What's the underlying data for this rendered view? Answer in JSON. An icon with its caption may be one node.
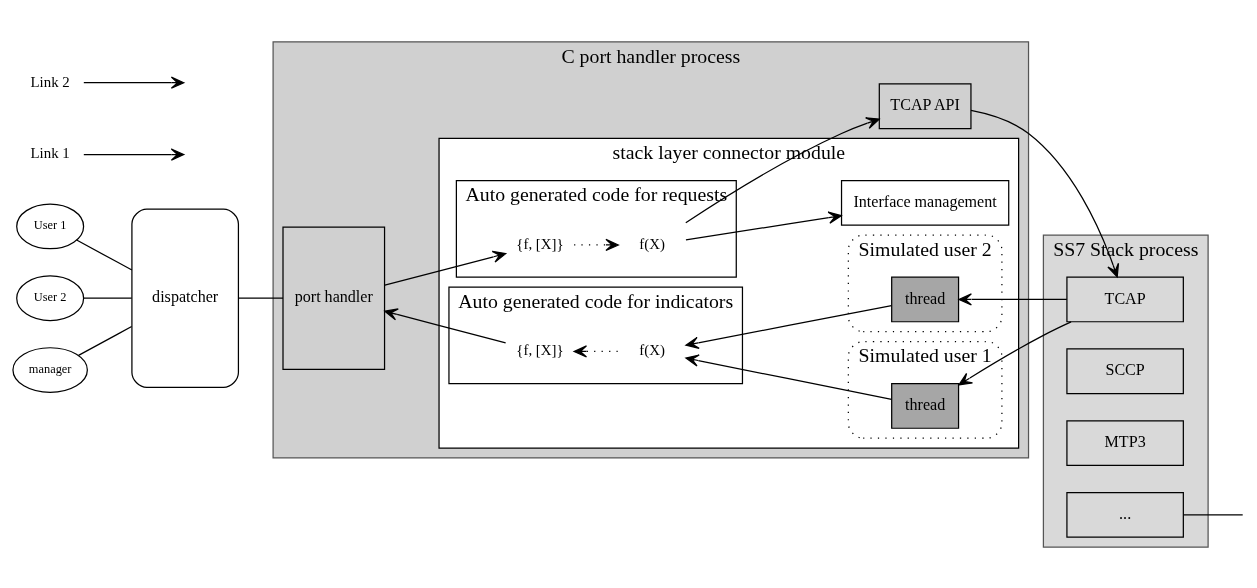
{
  "diagram": {
    "nodes": [
      {
        "text": [
          "C port handler process"
        ]
      },
      {
        "text": [
          "TCAP API"
        ],
        "in": 0
      },
      {
        "text": [
          "stack layer connector module"
        ],
        "in": 0
      },
      {
        "text": [
          "Auto generated code for requests"
        ],
        "in": 2
      },
      {
        "text": [
          "{f, [X]}"
        ],
        "in": 3
      },
      {
        "text": [
          "f(X)"
        ],
        "in": 3
      },
      {
        "text": [
          "Auto generated code for indicators"
        ],
        "in": 2
      },
      {
        "text": [
          "{f, [X]}"
        ],
        "in": 6
      },
      {
        "text": [
          "f(X)"
        ],
        "in": 6
      },
      {
        "text": [
          "Interface management"
        ],
        "in": 2
      },
      {
        "text": [
          "Simulated user 1"
        ],
        "in": 2
      },
      {
        "text": [
          "thread"
        ],
        "in": 10
      },
      {
        "text": [
          "Simulated user 2"
        ],
        "in": 2
      },
      {
        "text": [
          "thread"
        ],
        "in": 12
      },
      {
        "text": [
          "port handler"
        ],
        "in": 0
      },
      {
        "text": [
          "dispatcher"
        ]
      },
      {
        "text": [
          "User 1"
        ]
      },
      {
        "text": [
          "User 2"
        ]
      },
      {
        "text": [
          "manager"
        ]
      },
      {
        "text": [
          "SS7 Stack process"
        ]
      },
      {
        "text": [
          "TCAP"
        ],
        "in": 19
      },
      {
        "text": [
          "SCCP"
        ],
        "in": 19
      },
      {
        "text": [
          "MTP3"
        ],
        "in": 19
      },
      {
        "text": [
          "..."
        ],
        "in": 19
      },
      {
        "text": [
          "Link 1"
        ]
      },
      {
        "text": [
          "Link 2"
        ]
      }
    ],
    "edges": [
      {
        "from": 16,
        "to": 15,
        "arrow": "none"
      },
      {
        "from": 17,
        "to": 15,
        "arrow": "none"
      },
      {
        "from": 18,
        "to": 15,
        "arrow": "none"
      },
      {
        "from": 15,
        "to": 14,
        "arrow": "none"
      },
      {
        "from": 14,
        "to": 4,
        "arrow": "to"
      },
      {
        "from": 4,
        "to": 5,
        "arrow": "to",
        "style": "dashed"
      },
      {
        "from": 5,
        "to": 1,
        "arrow": "to"
      },
      {
        "from": 5,
        "to": 9,
        "arrow": "to"
      },
      {
        "from": 1,
        "to": 20,
        "arrow": "to"
      },
      {
        "from": 20,
        "to": 11,
        "arrow": "to"
      },
      {
        "from": 20,
        "to": 13,
        "arrow": "to"
      },
      {
        "from": 11,
        "to": 8,
        "arrow": "to"
      },
      {
        "from": 13,
        "to": 8,
        "arrow": "to"
      },
      {
        "from": 8,
        "to": 7,
        "arrow": "to",
        "style": "dashed"
      },
      {
        "from": 7,
        "to": 14,
        "arrow": "to"
      },
      {
        "from": 24,
        "to": null,
        "arrow": "to"
      },
      {
        "from": 25,
        "to": null,
        "arrow": "to"
      },
      {
        "from": 23,
        "to": null,
        "arrow": "none"
      }
    ]
  }
}
